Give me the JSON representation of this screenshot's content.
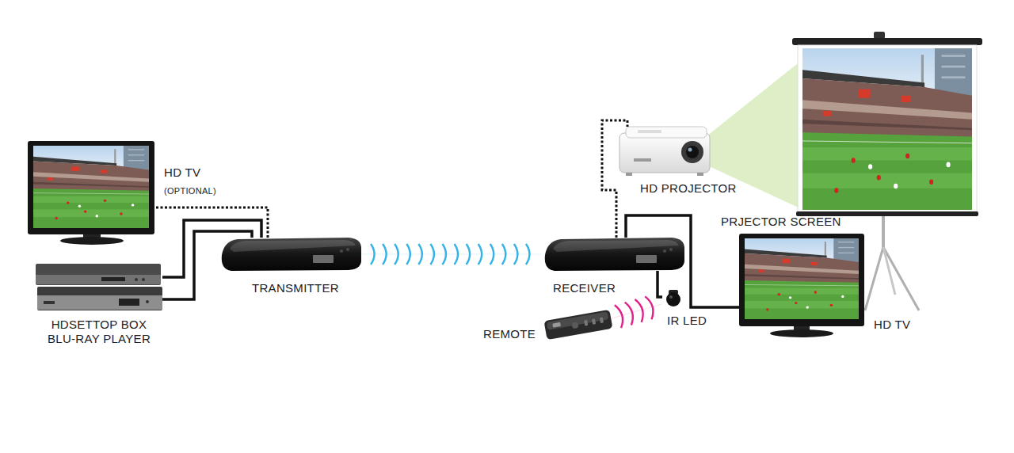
{
  "diagram": {
    "nodes": [
      {
        "text": [
          "HD TV",
          "(OPTIONAL)"
        ]
      },
      {
        "text": [
          "HDSETTOP BOX BLU-RAY PLAYER"
        ]
      },
      {
        "text": [
          "TRANSMITTER"
        ]
      },
      {
        "text": [
          "HD PROJECTOR"
        ]
      },
      {
        "text": [
          "PRJECTOR SCREEN"
        ]
      },
      {
        "text": [
          "RECEIVER"
        ]
      },
      {
        "text": [
          "REMOTE"
        ]
      },
      {
        "text": [
          "IR LED"
        ]
      },
      {
        "text": [
          "HD TV"
        ]
      }
    ],
    "edges": [
      {
        "from": 0,
        "to": 2,
        "arrow": "none"
      },
      {
        "from": 1,
        "to": 2,
        "arrow": "none"
      },
      {
        "from": 1,
        "to": 2,
        "arrow": "none"
      },
      {
        "from": 2,
        "to": 5,
        "arrow": "none"
      },
      {
        "from": 5,
        "to": 3,
        "arrow": "none"
      },
      {
        "from": 5,
        "to": 8,
        "arrow": "none"
      },
      {
        "from": 5,
        "to": 7,
        "arrow": "none"
      },
      {
        "from": 6,
        "to": 7,
        "arrow": "none"
      }
    ]
  }
}
